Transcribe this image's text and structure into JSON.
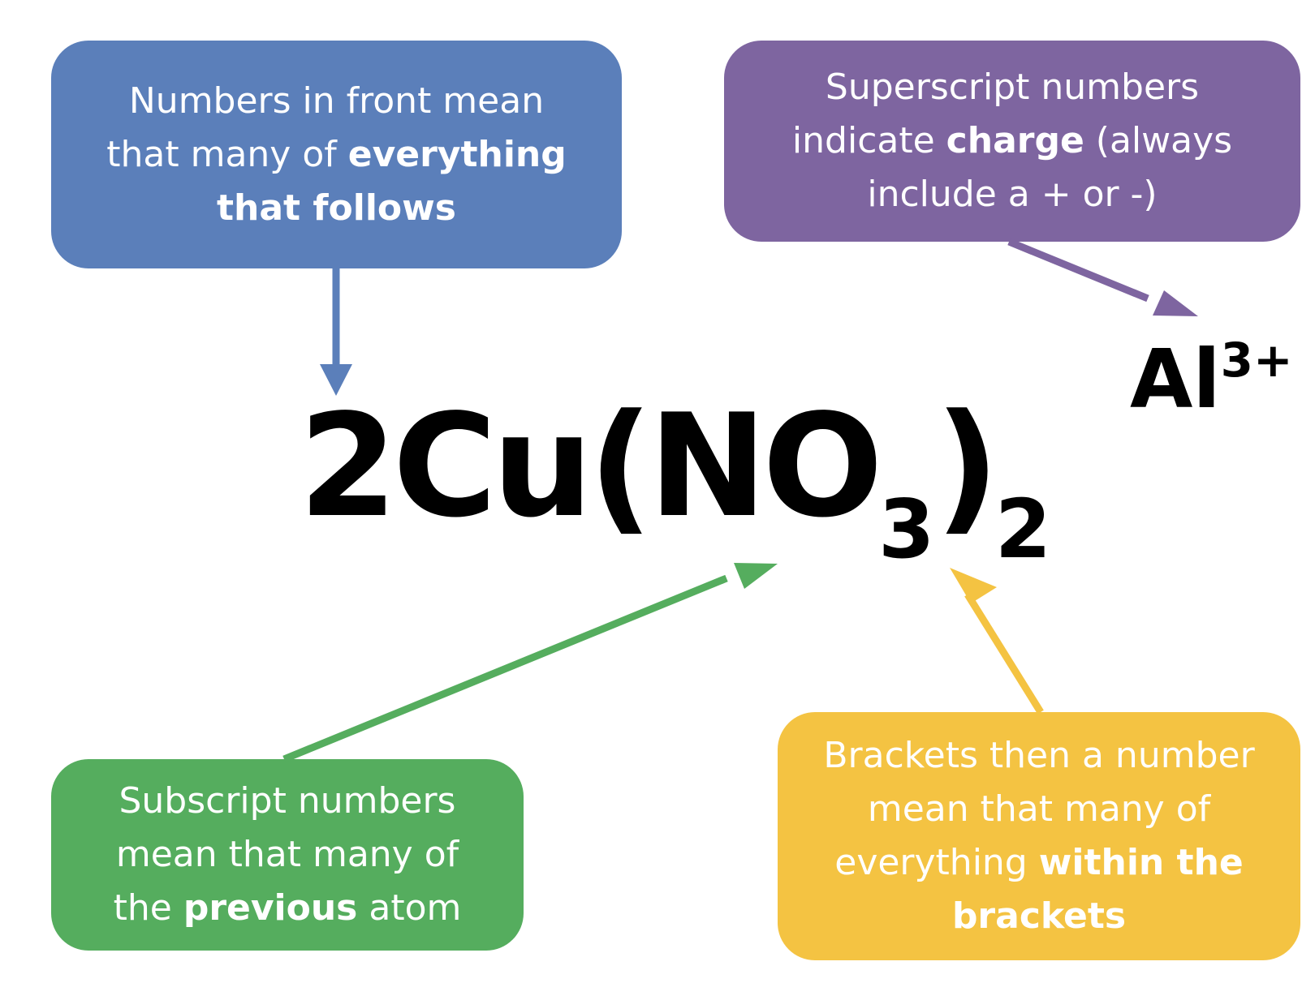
{
  "colors": {
    "blue": "#5b7fba",
    "purple": "#7e65a0",
    "green": "#55ad5e",
    "yellow": "#f4c342"
  },
  "boxes": {
    "blue": {
      "line1": "Numbers in front mean",
      "line2_pre": "that many of ",
      "line2_bold": "everything",
      "line3_bold": "that follows"
    },
    "purple": {
      "line1": "Superscript numbers",
      "line2_pre": "indicate ",
      "line2_bold": "charge",
      "line2_post": " (always",
      "line3": "include a + or -)"
    },
    "green": {
      "line1": "Subscript numbers",
      "line2": "mean that many of",
      "line3_pre": "the ",
      "line3_bold": "previous",
      "line3_post": " atom"
    },
    "yellow": {
      "line1": "Brackets then a number",
      "line2": "mean that many of",
      "line3_pre": "everything ",
      "line3_bold": "within the",
      "line4_bold": "brackets"
    }
  },
  "formula": {
    "coefficient": "2",
    "metal": "Cu",
    "open_bracket": "(",
    "group": "NO",
    "group_subscript": "3",
    "close_bracket": ")",
    "bracket_subscript": "2"
  },
  "ion": {
    "symbol": "Al",
    "charge": "3+"
  }
}
